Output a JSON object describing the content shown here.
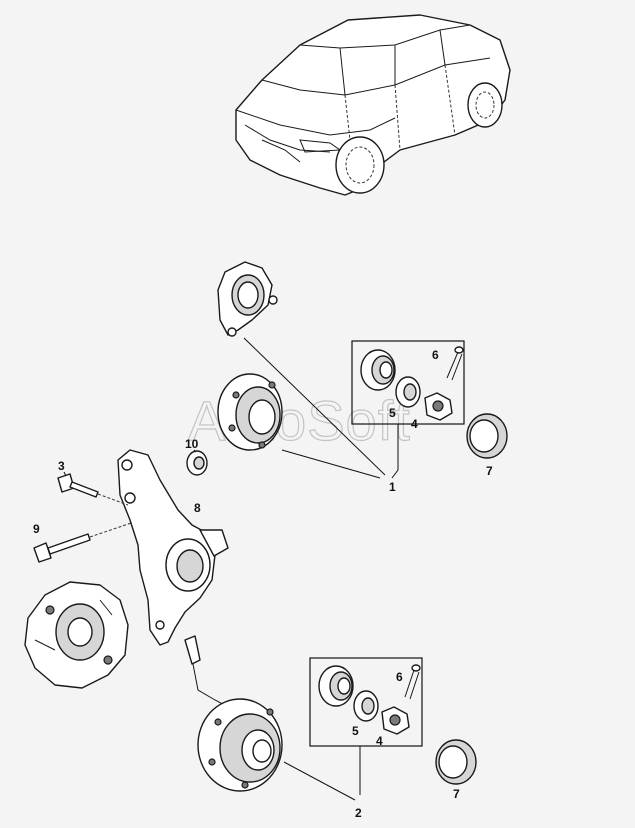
{
  "watermark": "AutoSoft",
  "callouts": {
    "c1": "1",
    "c2": "2",
    "c3": "3",
    "c4_top": "4",
    "c4_bottom": "4",
    "c5_top": "5",
    "c5_bottom": "5",
    "c6_top": "6",
    "c6_bottom": "6",
    "c7_top": "7",
    "c7_bottom": "7",
    "c8": "8",
    "c9": "9",
    "c10": "10"
  }
}
